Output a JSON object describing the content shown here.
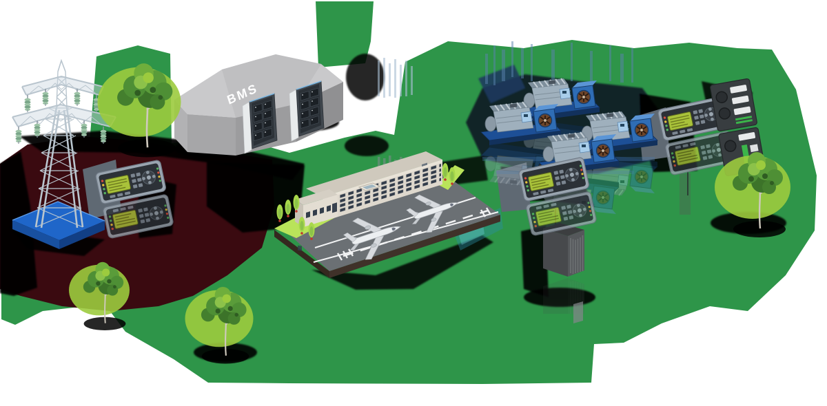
{
  "labels": {
    "bms": "BMS"
  },
  "colors": {
    "background": "#ffffff",
    "land": "#2e9549",
    "shadow": "#000000",
    "maroon": "#3a0a10",
    "platform_blue": "#1f66c9",
    "tower_steel": "#b9c5ce",
    "insulator_green": "#9dc4a6",
    "bms_gray_top": "#c9c9cb",
    "bms_gray_front": "#a2a2a4",
    "rack_panel": "#2b3137",
    "grass_light": "#b9e35a",
    "terminal_cream": "#ded8cd",
    "terminal_roof": "#cfc9bd",
    "window_dark": "#333d4b",
    "runway_gray": "#6b7074",
    "runway_base_brown": "#3f3129",
    "runway_mark": "#f2f3f4",
    "plane_body": "#eceff1",
    "plane_wing": "#d7dade",
    "genset_blue": "#2f6db5",
    "genset_blue_dark": "#1d4f96",
    "genset_blue_light": "#5b95d6",
    "engine_gray": "#9fb0bd",
    "fan_brown": "#6e4529",
    "controller_body": "#9aa5b0",
    "controller_face": "#2c3137",
    "lcd_green": "#a9c23a",
    "led_red": "#d94f3f",
    "led_yellow": "#e8c23a",
    "led_green": "#57b560",
    "ats_panel_dark": "#383d40",
    "ats_green": "#3bb54a",
    "cabinet_gray": "#4b4e51",
    "tree_green": "#4e8f35",
    "tree_highlight": "#8cc24a",
    "tree_glow": "#9ccb3e",
    "trunk_pale": "#cfc9bd"
  },
  "inventory": {
    "transmission_towers": 1,
    "bms_buildings": 1,
    "battery_racks": 2,
    "airport_terminals": 1,
    "airplanes": 2,
    "gensets": 4,
    "controller_pairs": 3,
    "ats_panels": 1,
    "louvered_cabinets": 1,
    "large_trees": 4
  }
}
